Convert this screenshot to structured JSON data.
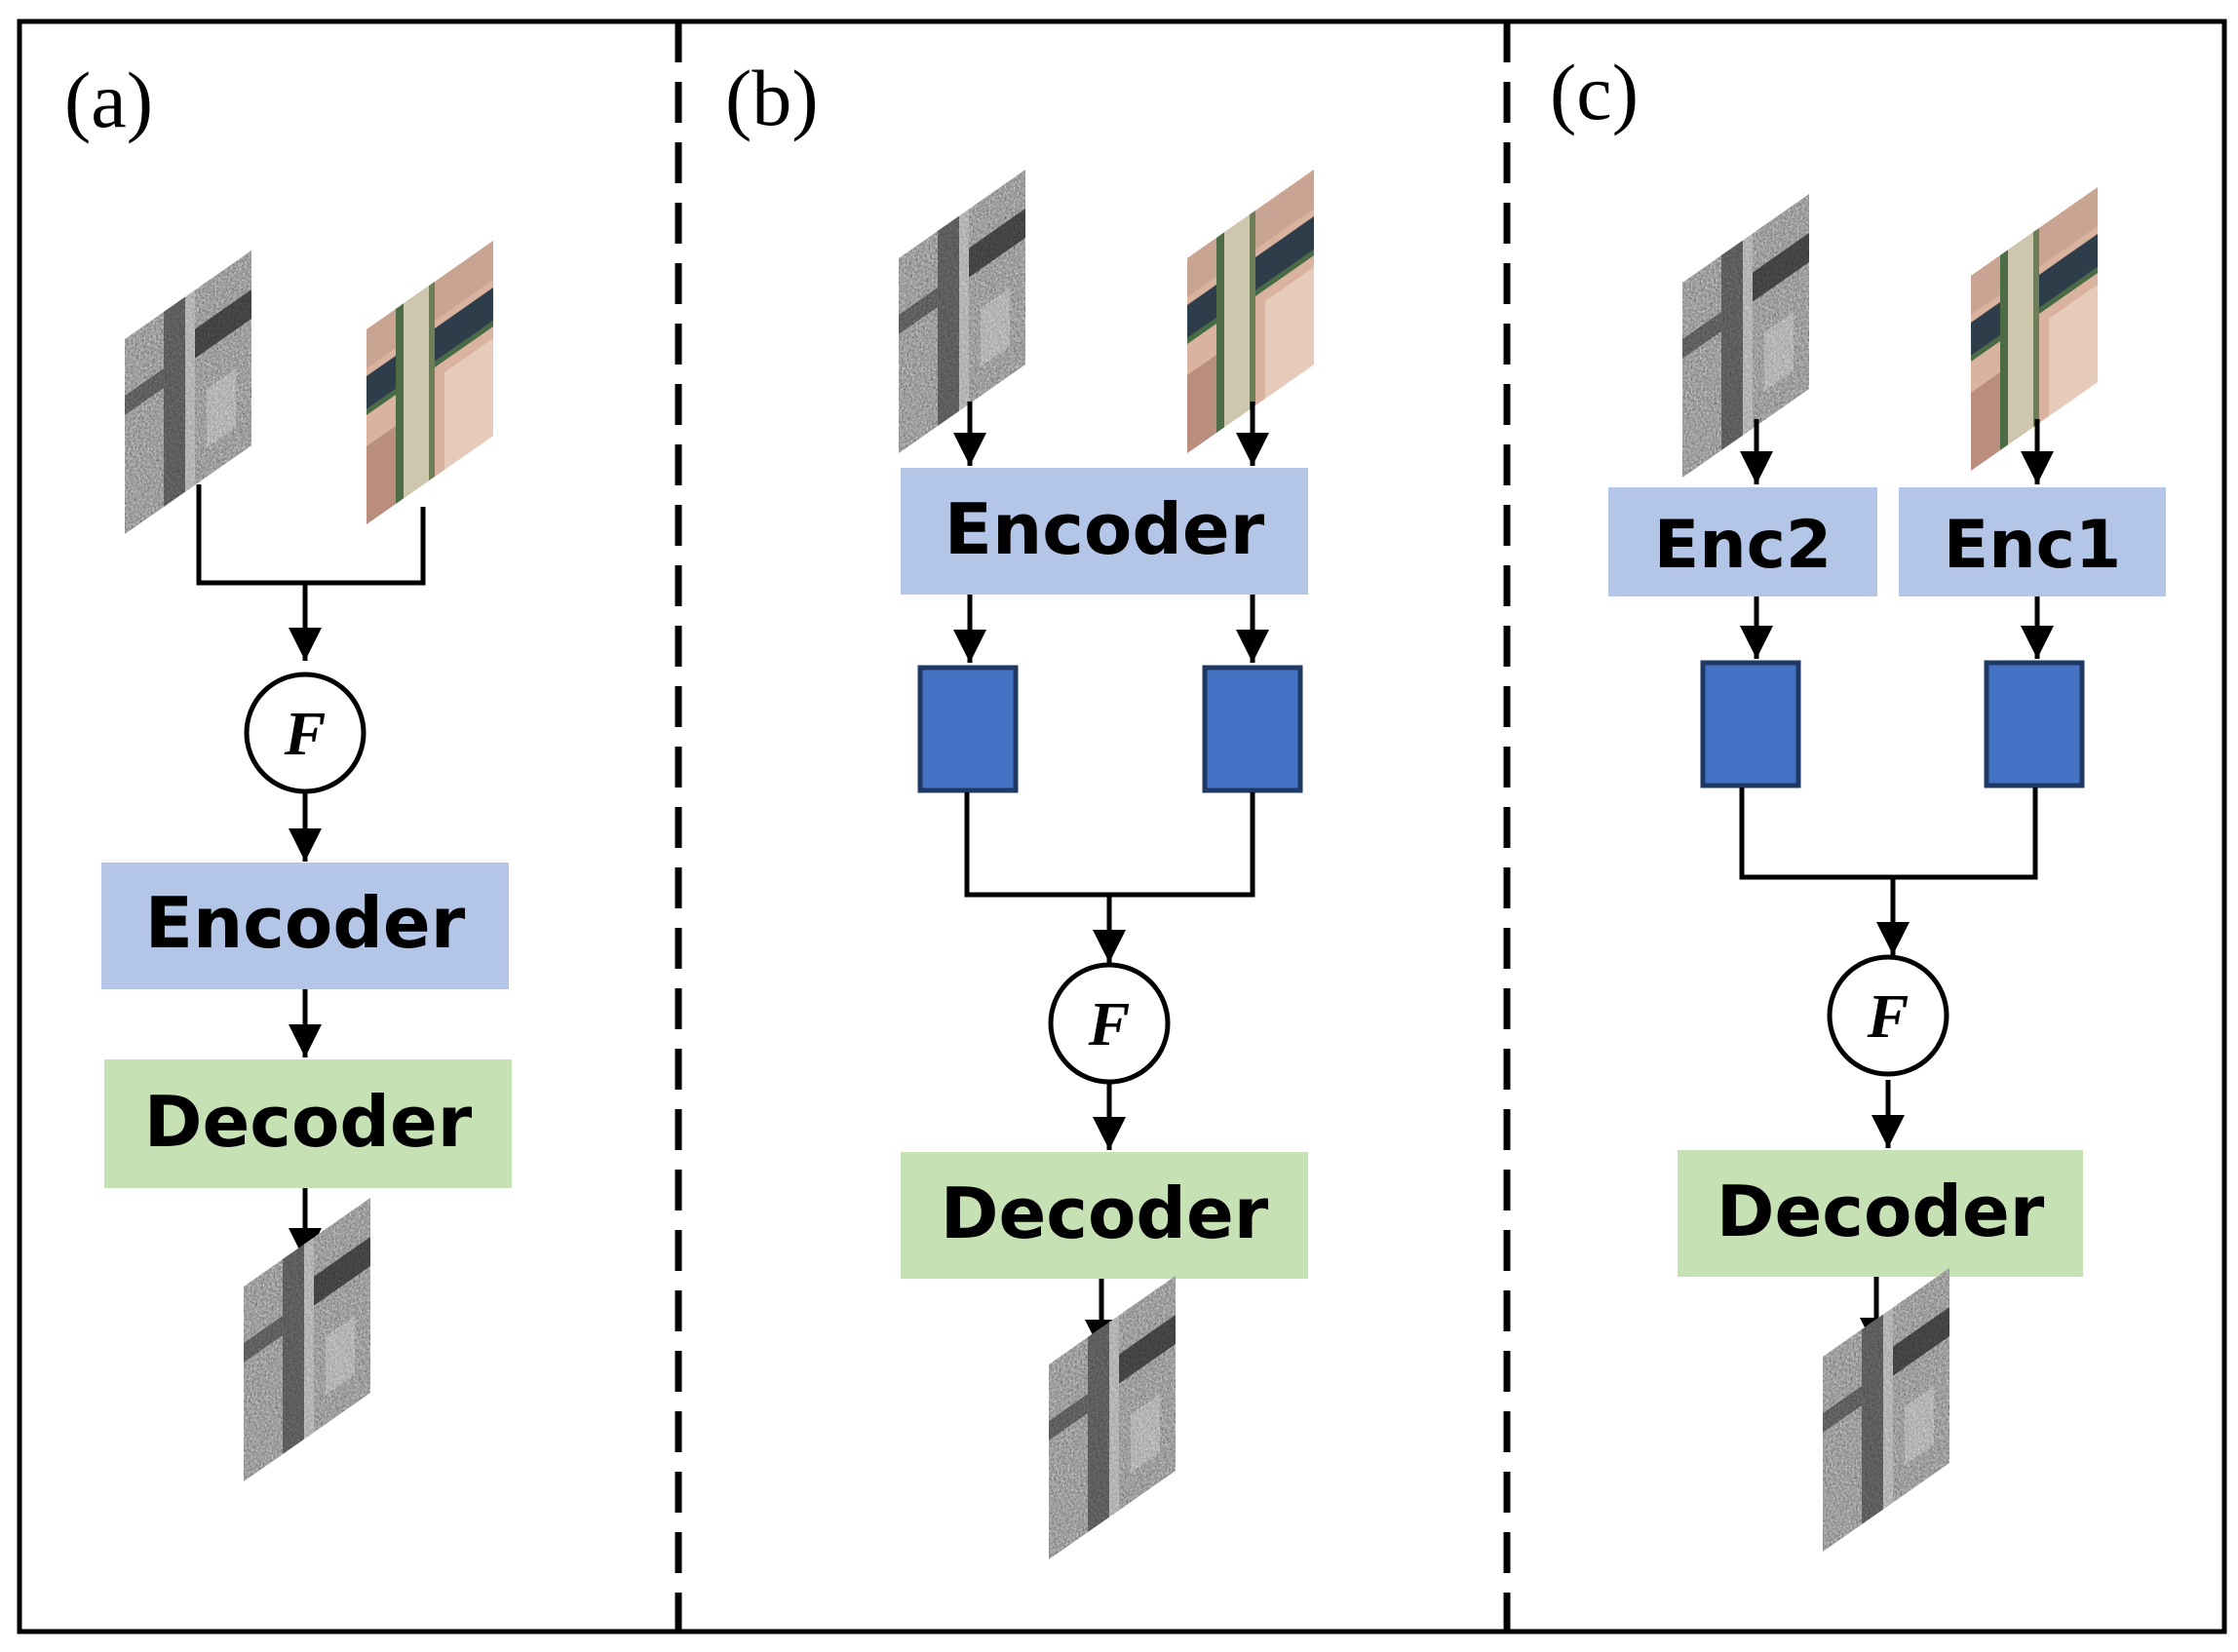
{
  "panels": [
    {
      "label": "(a)",
      "fuse": "F",
      "encoder": "Encoder",
      "decoder": "Decoder"
    },
    {
      "label": "(b)",
      "fuse": "F",
      "encoder": "Encoder",
      "decoder": "Decoder"
    },
    {
      "label": "(c)",
      "fuse": "F",
      "encoder_left": "Enc2",
      "encoder_right": "Enc1",
      "decoder": "Decoder"
    }
  ],
  "colors": {
    "encoder_fill": "#b4c6e7",
    "decoder_fill": "#c6e2b5",
    "feature_fill": "#4472c4",
    "feature_stroke": "#1f3864",
    "sar_image": "grayscale SAR patch",
    "optical_image": "color optical patch"
  }
}
